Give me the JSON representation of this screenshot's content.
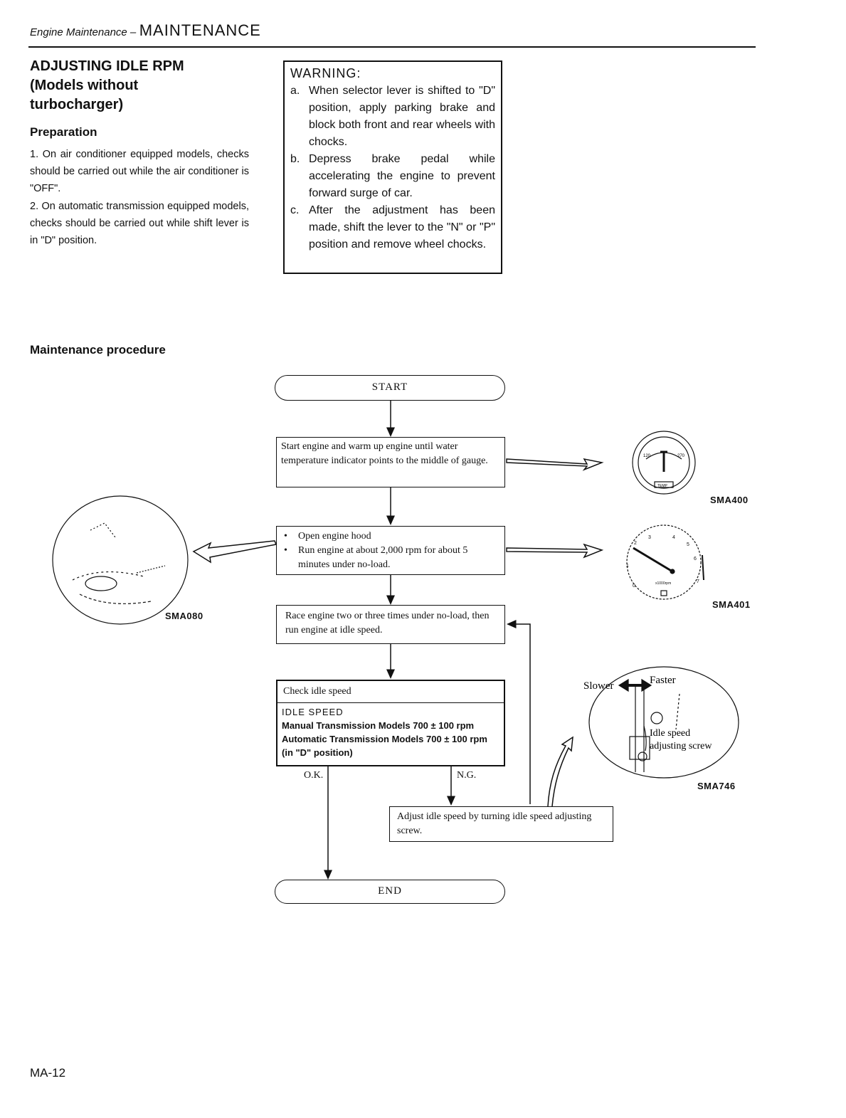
{
  "header": {
    "section": "Engine Maintenance –",
    "chapter": "MAINTENANCE"
  },
  "title": {
    "line1": "ADJUSTING IDLE RPM",
    "line2": "(Models without",
    "line3": "turbocharger)"
  },
  "preparation": {
    "heading": "Preparation",
    "item1": "1.  On air conditioner equipped models, checks should be carried out while the air conditioner is \"OFF\".",
    "item2": "2.  On automatic transmission equipped models, checks should be carried out while shift lever is in \"D\" position."
  },
  "warning": {
    "title": "WARNING:",
    "items": [
      {
        "label": "a.",
        "text": "When selector lever is shifted to \"D\" position, apply parking brake and block both front and rear wheels with chocks."
      },
      {
        "label": "b.",
        "text": "Depress brake pedal while accelerating the engine to prevent forward surge of car."
      },
      {
        "label": "c.",
        "text": "After the adjustment has been made, shift the lever to the \"N\" or \"P\" position and remove wheel chocks."
      }
    ]
  },
  "procedure_heading": "Maintenance procedure",
  "flow": {
    "start": "START",
    "step1": "Start engine and warm up engine until water temperature indicator points to the middle of gauge.",
    "step2_a": "Open engine hood",
    "step2_b": "Run engine at about 2,000 rpm for about 5 minutes under no-load.",
    "step3": "Race engine two or three times under no-load, then run engine at idle speed.",
    "check_title": "Check idle speed",
    "spec_title": "IDLE SPEED",
    "spec_manual": "Manual Transmission Models 700 ± 100 rpm",
    "spec_auto": "Automatic Transmission Models 700 ± 100 rpm (in \"D\" position)",
    "ok": "O.K.",
    "ng": "N.G.",
    "adjust": "Adjust idle speed by turning idle speed adjusting screw.",
    "end": "END"
  },
  "figures": {
    "sma400": "SMA400",
    "sma401": "SMA401",
    "sma080": "SMA080",
    "sma746": "SMA746",
    "gauge_temp": {
      "left": "120",
      "right": "270",
      "label": "TEMP"
    },
    "gauge_tach": {
      "ticks": [
        "0",
        "1",
        "2",
        "3",
        "4",
        "5",
        "6",
        "7"
      ],
      "unit": "x1000rpm"
    },
    "screw": {
      "slower": "Slower",
      "faster": "Faster",
      "label1": "Idle speed",
      "label2": "adjusting screw"
    }
  },
  "page_number": "MA-12"
}
